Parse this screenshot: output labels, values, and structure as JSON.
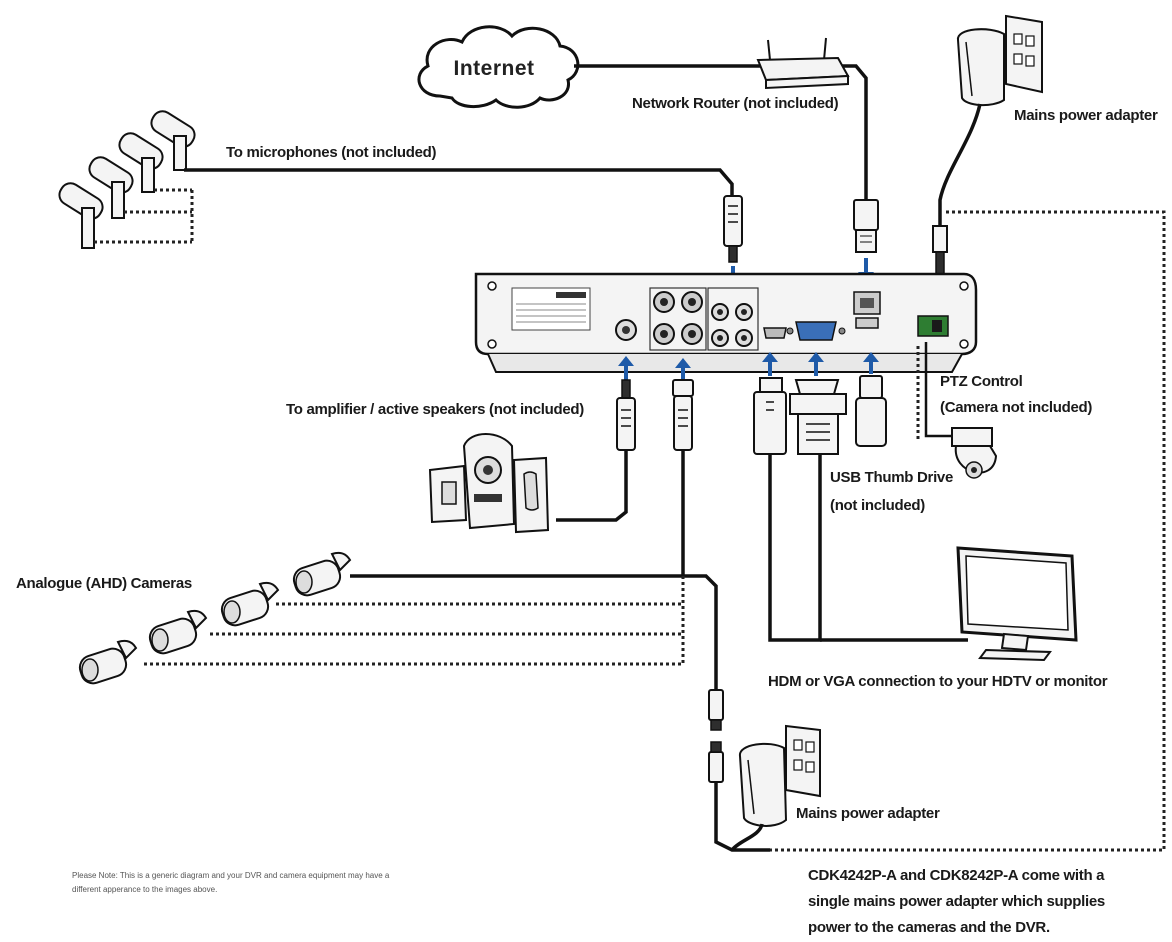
{
  "cloud": {
    "label": "Internet"
  },
  "labels": {
    "router": "Network Router (not included)",
    "power_top": "Mains power adapter",
    "microphones": "To microphones (not included)",
    "speakers": "To amplifier / active speakers (not included)",
    "ptz_line1": "PTZ Control",
    "ptz_line2": "(Camera not included)",
    "usb_line1": "USB Thumb Drive",
    "usb_line2": "(not included)",
    "cameras": "Analogue (AHD) Cameras",
    "monitor": "HDM or VGA connection to your HDTV or monitor",
    "power_bottom": "Mains power adapter",
    "bundle_line1": "CDK4242P-A and CDK8242P-A come with a",
    "bundle_line2": "single mains power adapter which supplies",
    "bundle_line3": "power to the cameras and the DVR."
  },
  "note": {
    "line1": "Please Note: This is a generic diagram and your DVR and camera equipment may have a",
    "line2": "different apperance to the images above."
  },
  "colors": {
    "arrow": "#1e5aa8",
    "line": "#111111",
    "ptz_board": "#2e7d32"
  }
}
